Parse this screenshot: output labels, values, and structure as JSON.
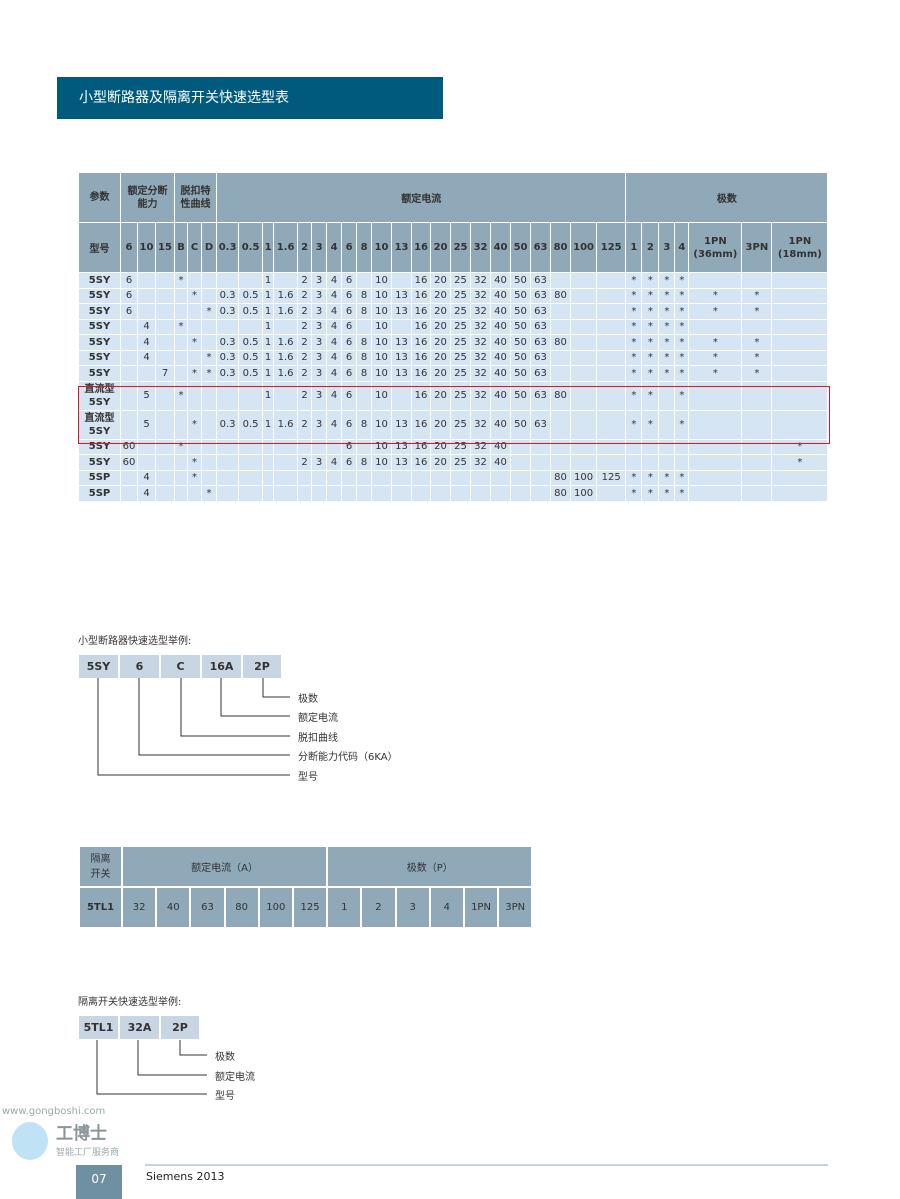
{
  "title": "小型断路器及隔离开关快速选型表",
  "main_table": {
    "group_headers": [
      "参数",
      "额定分断\n能力",
      "脱扣特\n性曲线",
      "额定电流",
      "极数"
    ],
    "columns": [
      "型号",
      "6",
      "10",
      "15",
      "B",
      "C",
      "D",
      "0.3",
      "0.5",
      "1",
      "1.6",
      "2",
      "3",
      "4",
      "6",
      "8",
      "10",
      "13",
      "16",
      "20",
      "25",
      "32",
      "40",
      "50",
      "63",
      "80",
      "100",
      "125",
      "1",
      "2",
      "3",
      "4",
      "1PN\n(36mm)",
      "3PN",
      "1PN\n(18mm)"
    ],
    "rows": [
      {
        "cells": [
          "5SY",
          "6",
          "",
          "",
          "*",
          "",
          "",
          "",
          "",
          "1",
          "",
          "2",
          "3",
          "4",
          "6",
          "",
          "10",
          "",
          "16",
          "20",
          "25",
          "32",
          "40",
          "50",
          "63",
          "",
          "",
          "",
          "*",
          "*",
          "*",
          "*",
          "",
          "",
          ""
        ]
      },
      {
        "cells": [
          "5SY",
          "6",
          "",
          "",
          "",
          "*",
          "",
          "0.3",
          "0.5",
          "1",
          "1.6",
          "2",
          "3",
          "4",
          "6",
          "8",
          "10",
          "13",
          "16",
          "20",
          "25",
          "32",
          "40",
          "50",
          "63",
          "80",
          "",
          "",
          "*",
          "*",
          "*",
          "*",
          "*",
          "*",
          ""
        ]
      },
      {
        "cells": [
          "5SY",
          "6",
          "",
          "",
          "",
          "",
          "*",
          "0.3",
          "0.5",
          "1",
          "1.6",
          "2",
          "3",
          "4",
          "6",
          "8",
          "10",
          "13",
          "16",
          "20",
          "25",
          "32",
          "40",
          "50",
          "63",
          "",
          "",
          "",
          "*",
          "*",
          "*",
          "*",
          "*",
          "*",
          ""
        ]
      },
      {
        "cells": [
          "5SY",
          "",
          "4",
          "",
          "*",
          "",
          "",
          "",
          "",
          "1",
          "",
          "2",
          "3",
          "4",
          "6",
          "",
          "10",
          "",
          "16",
          "20",
          "25",
          "32",
          "40",
          "50",
          "63",
          "",
          "",
          "",
          "*",
          "*",
          "*",
          "*",
          "",
          "",
          ""
        ]
      },
      {
        "cells": [
          "5SY",
          "",
          "4",
          "",
          "",
          "*",
          "",
          "0.3",
          "0.5",
          "1",
          "1.6",
          "2",
          "3",
          "4",
          "6",
          "8",
          "10",
          "13",
          "16",
          "20",
          "25",
          "32",
          "40",
          "50",
          "63",
          "80",
          "",
          "",
          "*",
          "*",
          "*",
          "*",
          "*",
          "*",
          ""
        ]
      },
      {
        "cells": [
          "5SY",
          "",
          "4",
          "",
          "",
          "",
          "*",
          "0.3",
          "0.5",
          "1",
          "1.6",
          "2",
          "3",
          "4",
          "6",
          "8",
          "10",
          "13",
          "16",
          "20",
          "25",
          "32",
          "40",
          "50",
          "63",
          "",
          "",
          "",
          "*",
          "*",
          "*",
          "*",
          "*",
          "*",
          ""
        ]
      },
      {
        "cells": [
          "5SY",
          "",
          "",
          "7",
          "",
          "*",
          "*",
          "0.3",
          "0.5",
          "1",
          "1.6",
          "2",
          "3",
          "4",
          "6",
          "8",
          "10",
          "13",
          "16",
          "20",
          "25",
          "32",
          "40",
          "50",
          "63",
          "",
          "",
          "",
          "*",
          "*",
          "*",
          "*",
          "*",
          "*",
          ""
        ]
      },
      {
        "dc": true,
        "cells": [
          "直流型\n5SY",
          "",
          "5",
          "",
          "*",
          "",
          "",
          "",
          "",
          "1",
          "",
          "2",
          "3",
          "4",
          "6",
          "",
          "10",
          "",
          "16",
          "20",
          "25",
          "32",
          "40",
          "50",
          "63",
          "80",
          "",
          "",
          "*",
          "*",
          "",
          "*",
          "",
          "",
          ""
        ]
      },
      {
        "dc": true,
        "cells": [
          "直流型\n5SY",
          "",
          "5",
          "",
          "",
          "*",
          "",
          "0.3",
          "0.5",
          "1",
          "1.6",
          "2",
          "3",
          "4",
          "6",
          "8",
          "10",
          "13",
          "16",
          "20",
          "25",
          "32",
          "40",
          "50",
          "63",
          "",
          "",
          "",
          "*",
          "*",
          "",
          "*",
          "",
          "",
          ""
        ]
      },
      {
        "cells": [
          "5SY",
          "60",
          "",
          "",
          "*",
          "",
          "",
          "",
          "",
          "",
          "",
          "",
          "",
          "",
          "6",
          "",
          "10",
          "13",
          "16",
          "20",
          "25",
          "32",
          "40",
          "",
          "",
          "",
          "",
          "",
          "",
          "",
          "",
          "",
          "",
          "",
          "*"
        ]
      },
      {
        "cells": [
          "5SY",
          "60",
          "",
          "",
          "",
          "*",
          "",
          "",
          "",
          "",
          "",
          "2",
          "3",
          "4",
          "6",
          "8",
          "10",
          "13",
          "16",
          "20",
          "25",
          "32",
          "40",
          "",
          "",
          "",
          "",
          "",
          "",
          "",
          "",
          "",
          "",
          "",
          "*"
        ]
      },
      {
        "cells": [
          "5SP",
          "",
          "4",
          "",
          "",
          "*",
          "",
          "",
          "",
          "",
          "",
          "",
          "",
          "",
          "",
          "",
          "",
          "",
          "",
          "",
          "",
          "",
          "",
          "",
          "",
          "80",
          "100",
          "125",
          "*",
          "*",
          "*",
          "*",
          "",
          "",
          ""
        ]
      },
      {
        "cells": [
          "5SP",
          "",
          "4",
          "",
          "",
          "",
          "*",
          "",
          "",
          "",
          "",
          "",
          "",
          "",
          "",
          "",
          "",
          "",
          "",
          "",
          "",
          "",
          "",
          "",
          "",
          "80",
          "100",
          "",
          "*",
          "*",
          "*",
          "*",
          "",
          "",
          ""
        ]
      }
    ]
  },
  "mcb_example": {
    "title": "小型断路器快速选型举例:",
    "boxes": [
      "5SY",
      "6",
      "C",
      "16A",
      "2P"
    ],
    "labels": [
      "极数",
      "额定电流",
      "脱扣曲线",
      "分断能力代码（6KA）",
      "型号"
    ]
  },
  "iso_table": {
    "corner": "隔离\n开关",
    "current_header": "额定电流（A）",
    "poles_header": "极数（P）",
    "model": "5TL1",
    "currents": [
      "32",
      "40",
      "63",
      "80",
      "100",
      "125"
    ],
    "poles": [
      "1",
      "2",
      "3",
      "4",
      "1PN",
      "3PN"
    ]
  },
  "iso_example": {
    "title": "隔离开关快速选型举例:",
    "boxes": [
      "5TL1",
      "32A",
      "2P"
    ],
    "labels": [
      "极数",
      "额定电流",
      "型号"
    ]
  },
  "footer": {
    "page": "07",
    "text": "Siemens 2013"
  },
  "watermark": {
    "brand": "工博士",
    "slogan": "智能工厂服务商",
    "url": "www.gongboshi.com"
  },
  "colors": {
    "title_bar": "#005a7e",
    "header_cell": "#8fa9b8",
    "data_cell": "#d6e5f3",
    "highlight": "#e0141e"
  }
}
